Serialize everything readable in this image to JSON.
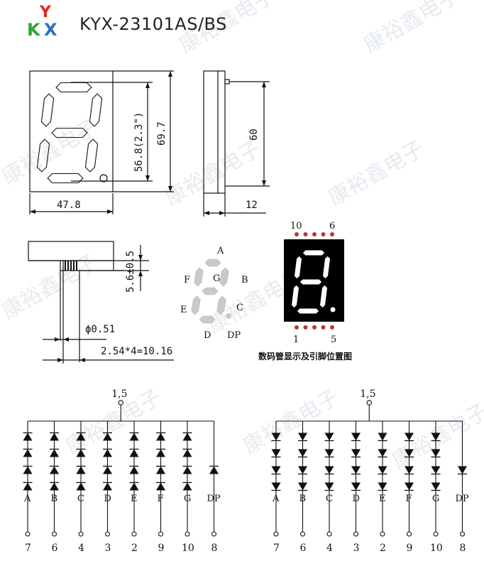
{
  "header": {
    "logo_letters": [
      "Y",
      "K",
      "X"
    ],
    "title": "KYX-23101AS/BS"
  },
  "watermark": {
    "text": "康裕鑫电子"
  },
  "front_view": {
    "width_dim": "47.8",
    "digit_height_dim": "56.8(2.3\")",
    "total_height_dim": "69.7"
  },
  "side_view": {
    "height_dim": "60",
    "depth_dim": "12"
  },
  "pin_view": {
    "standoff_dim": "5.6±0.5",
    "pin_dia_dim": "ϕ0.51",
    "pitch_dim": "2.54*4=10.16"
  },
  "segment_legend": {
    "labels": {
      "a": "A",
      "b": "B",
      "c": "C",
      "d": "D",
      "e": "E",
      "f": "F",
      "g": "G",
      "dp": "DP"
    }
  },
  "display": {
    "top_pins": {
      "left": "10",
      "right": "6"
    },
    "bottom_pins": {
      "left": "1",
      "right": "5"
    },
    "caption": "数码管显示及引脚位置图"
  },
  "circuits": [
    {
      "common_pin": "1,5",
      "type": "anode",
      "segments": [
        "A",
        "B",
        "C",
        "D",
        "E",
        "F",
        "G",
        "DP"
      ],
      "pins": [
        "7",
        "6",
        "4",
        "3",
        "2",
        "9",
        "10",
        "8"
      ]
    },
    {
      "common_pin": "1,5",
      "type": "cathode",
      "segments": [
        "A",
        "B",
        "C",
        "D",
        "E",
        "F",
        "G",
        "DP"
      ],
      "pins": [
        "7",
        "6",
        "4",
        "3",
        "2",
        "9",
        "10",
        "8"
      ]
    }
  ],
  "colors": {
    "logo_y": "#e8241b",
    "logo_k": "#2aa836",
    "logo_x": "#2f6fc4",
    "pin_dot": "#b23a2e",
    "segment_lit": "#ffffff",
    "display_body": "#000000",
    "legend_segment": "#c9c9c9"
  }
}
